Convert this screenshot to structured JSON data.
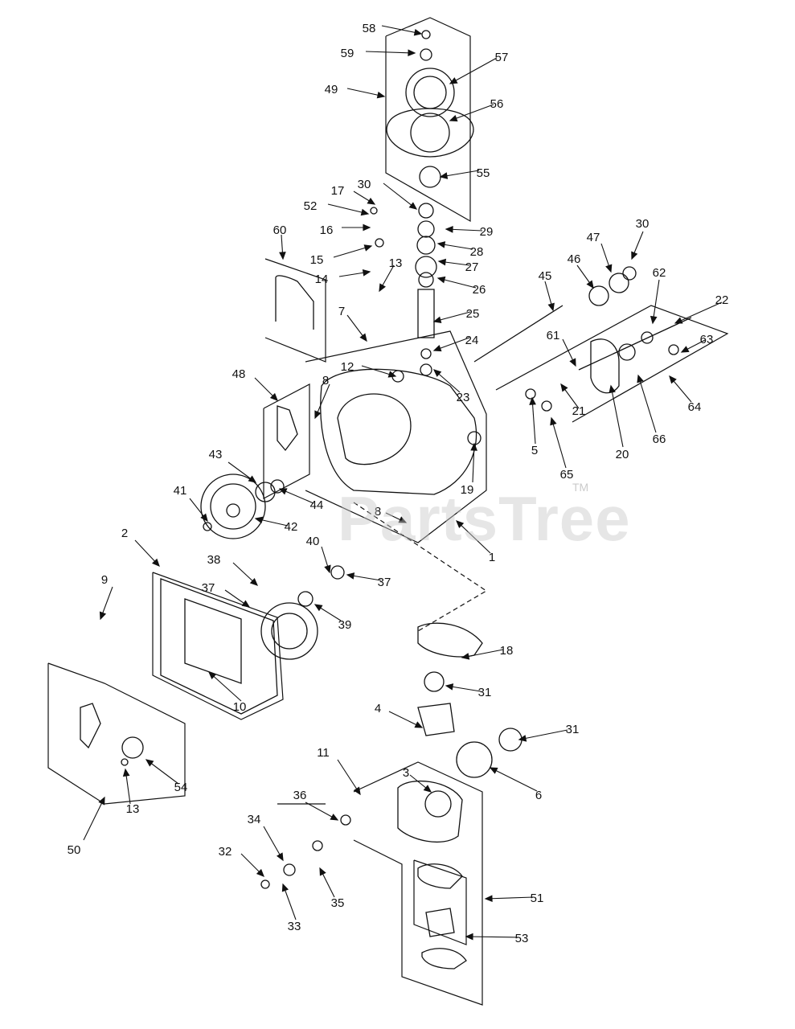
{
  "watermark": {
    "brand": "PartsTree",
    "trademark": "TM"
  },
  "colors": {
    "line": "#111111",
    "watermark": "#c8c8c8"
  },
  "callouts": [
    "58",
    "59",
    "57",
    "49",
    "56",
    "55",
    "30",
    "17",
    "52",
    "16",
    "29",
    "28",
    "15",
    "27",
    "14",
    "13",
    "26",
    "60",
    "45",
    "46",
    "47",
    "30b",
    "62",
    "22",
    "25",
    "24",
    "7",
    "61",
    "63",
    "12",
    "23",
    "48",
    "8",
    "21",
    "20",
    "64",
    "5",
    "66",
    "65",
    "19",
    "43",
    "44",
    "41",
    "42",
    "8b",
    "1",
    "2",
    "40",
    "38",
    "37",
    "37b",
    "9",
    "39",
    "18",
    "31",
    "10",
    "4",
    "31b",
    "11",
    "3",
    "54",
    "6",
    "13b",
    "36",
    "50",
    "34",
    "32",
    "35",
    "51",
    "33",
    "53"
  ],
  "labels": {
    "58": "58",
    "59": "59",
    "57": "57",
    "49": "49",
    "56": "56",
    "55": "55",
    "30": "30",
    "17": "17",
    "52": "52",
    "16": "16",
    "29": "29",
    "28": "28",
    "15": "15",
    "27": "27",
    "14": "14",
    "13": "13",
    "26": "26",
    "60": "60",
    "45": "45",
    "46": "46",
    "47": "47",
    "30b": "30",
    "62": "62",
    "22": "22",
    "25": "25",
    "24": "24",
    "7": "7",
    "61": "61",
    "63": "63",
    "12": "12",
    "23": "23",
    "48": "48",
    "8": "8",
    "21": "21",
    "20": "20",
    "64": "64",
    "5": "5",
    "66": "66",
    "65": "65",
    "19": "19",
    "43": "43",
    "44": "44",
    "41": "41",
    "42": "42",
    "8b": "8",
    "1": "1",
    "2": "2",
    "40": "40",
    "38": "38",
    "37": "37",
    "37b": "37",
    "9": "9",
    "39": "39",
    "18": "18",
    "31": "31",
    "10": "10",
    "4": "4",
    "31b": "31",
    "11": "11",
    "3": "3",
    "54": "54",
    "6": "6",
    "13b": "13",
    "36": "36",
    "50": "50",
    "34": "34",
    "32": "32",
    "35": "35",
    "51": "51",
    "33": "33",
    "53": "53"
  }
}
